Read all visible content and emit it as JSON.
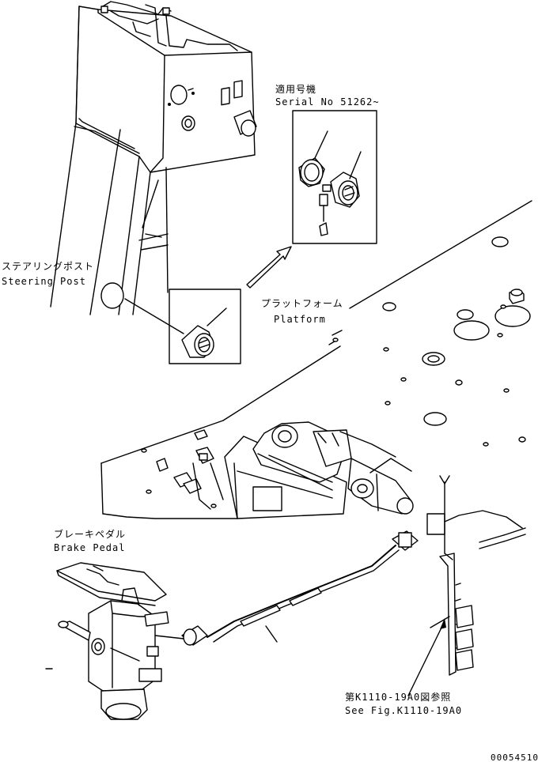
{
  "labels": {
    "serial_jp": "適用号機",
    "serial_en": "Serial No 51262~",
    "steering_jp": "ステアリングポスト",
    "steering_en": "Steering Post",
    "platform_jp": "プラットフォーム",
    "platform_en": "Platform",
    "brake_jp": "ブレーキペダル",
    "brake_en": "Brake Pedal",
    "seefig_jp": "第K1110-19A0図参照",
    "seefig_en": "See Fig.K1110-19A0",
    "figure_number": "00054510"
  }
}
